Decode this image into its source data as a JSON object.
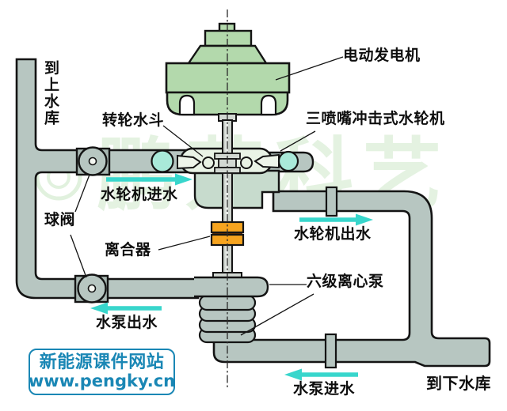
{
  "watermark": {
    "text": "鹏芃科艺"
  },
  "labels": {
    "to_upper_reservoir": "到上水库",
    "motor_generator": "电动发电机",
    "runner_bucket": "转轮水斗",
    "three_nozzle_turbine": "三喷嘴冲击式水轮机",
    "turbine_inlet": "水轮机进水",
    "ball_valve": "球阀",
    "clutch": "离合器",
    "turbine_outlet": "水轮机出水",
    "six_stage_pump": "六级离心泵",
    "pump_outlet": "水泵出水",
    "pump_inlet": "水泵进水",
    "to_lower_reservoir": "到下水库"
  },
  "logo": {
    "site_name": "新能源课件网站",
    "url": "www.pengky.cn"
  },
  "colors": {
    "pipe": "#b7c6c1",
    "machine_green": "#b3d9ac",
    "housing_green": "#e9f3e6",
    "pedestal_green": "#c7dbcd",
    "clutch_orange": "#f6a41f",
    "nozzle_ball_cyan": "#a9e9d9",
    "arrow_cyan": "#38d6cc",
    "logo_blue": "#1a87b5",
    "outline": "#141414"
  }
}
